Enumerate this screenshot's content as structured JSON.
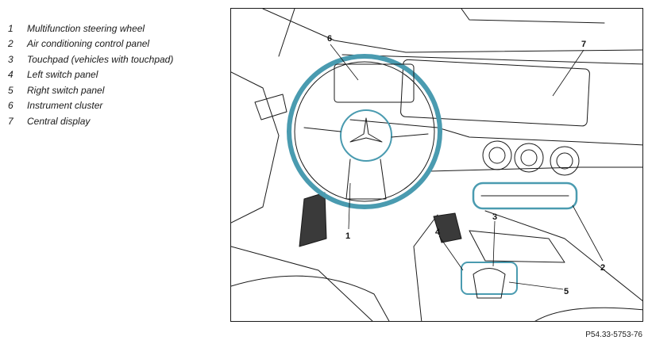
{
  "legend": [
    {
      "number": "1",
      "label": "Multifunction steering wheel"
    },
    {
      "number": "2",
      "label": "Air conditioning control panel"
    },
    {
      "number": "3",
      "label": "Touchpad (vehicles with touchpad)"
    },
    {
      "number": "4",
      "label": "Left switch panel"
    },
    {
      "number": "5",
      "label": "Right switch panel"
    },
    {
      "number": "6",
      "label": "Instrument cluster"
    },
    {
      "number": "7",
      "label": "Central display"
    }
  ],
  "figure": {
    "callouts": [
      "1",
      "2",
      "3",
      "4",
      "5",
      "6",
      "7"
    ],
    "highlight_color": "#4a9bb0",
    "reference": "P54.33-5753-76"
  }
}
